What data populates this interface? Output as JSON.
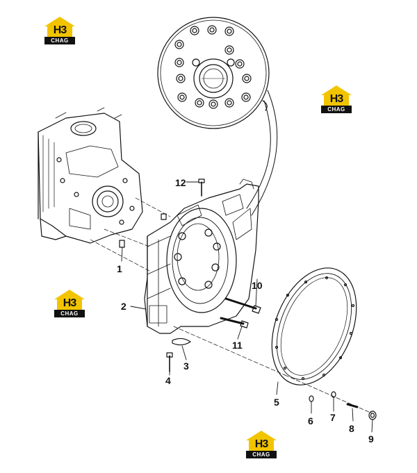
{
  "watermark": {
    "mark": "H3",
    "plate": "CHAG"
  },
  "callouts": {
    "c1": "1",
    "c2": "2",
    "c3": "3",
    "c4": "4",
    "c5": "5",
    "c6": "6",
    "c7": "7",
    "c8": "8",
    "c9": "9",
    "c10": "10",
    "c11": "11",
    "c12": "12"
  },
  "colors": {
    "line": "#111111",
    "logo_yellow": "#f2c400",
    "logo_dark": "#111111"
  }
}
